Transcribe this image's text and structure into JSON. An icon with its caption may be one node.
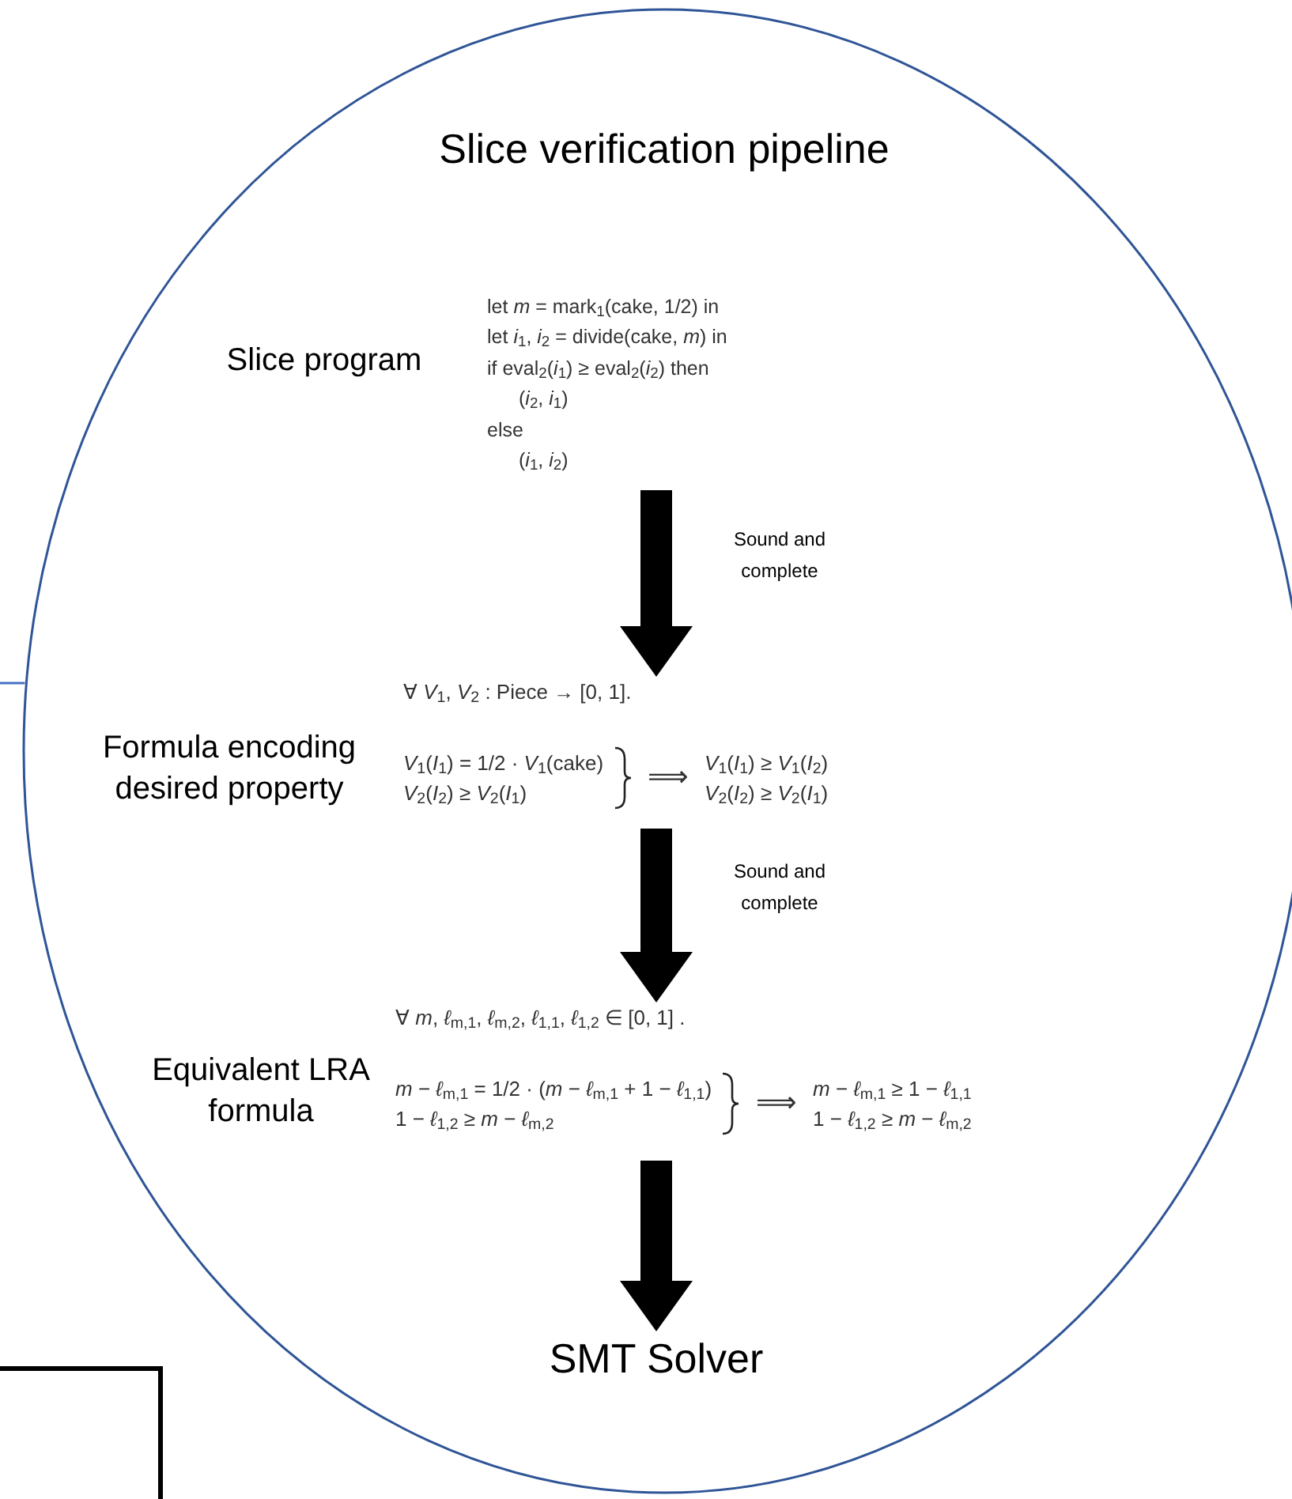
{
  "diagram": {
    "nodes": [
      {
        "text": [
          "Slice verification pipeline"
        ]
      },
      {
        "text": [
          "Slice program",
          "let *m* = mark$_{1}$(cake, 1/2) in",
          "let *i*$_{1}$, *i*$_{2}$ = divide(cake, *m*) in",
          "if eval$_{2}$(*i*$_{1}$) ≥ eval$_{2}$(*i*$_{2}$) then",
          "(*i*$_{2}$, *i*$_{1}$)",
          "else",
          "(*i*$_{1}$, *i*$_{2}$)"
        ],
        "in": 0
      },
      {
        "text": [
          "Formula encoding desired property",
          "∀ *V*$_{1}$, *V*$_{2}$ : Piece → [0, 1].",
          "*V*$_{1}$(*I*$_{1}$) = 1/2 · *V*$_{1}$(cake)",
          "*V*$_{2}$(*I*$_{2}$) ≥ *V*$_{2}$(*I*$_{1}$)",
          "⟹",
          "*V*$_{1}$(*I*$_{1}$) ≥ *V*$_{1}$(*I*$_{2}$)",
          "*V*$_{2}$(*I*$_{2}$) ≥ *V*$_{2}$(*I*$_{1}$)"
        ],
        "in": 0
      },
      {
        "text": [
          "Equivalent LRA formula",
          "∀ *m*, *ℓ*$_{m,1}$, *ℓ*$_{m,2}$, *ℓ*$_{1,1}$, *ℓ*$_{1,2}$ ∈ [0, 1] .",
          "*m* − *ℓ*$_{m,1}$ = 1/2 · (*m* − *ℓ*$_{m,1}$ + 1 − *ℓ*$_{1,1}$)",
          "1 − *ℓ*$_{1,2}$ ≥ *m* − *ℓ*$_{m,2}$",
          "⟹",
          "*m* − *ℓ*$_{m,1}$ ≥ 1 − *ℓ*$_{1,1}$",
          "1 − *ℓ*$_{1,2}$ ≥ *m* − *ℓ*$_{m,2}$"
        ],
        "in": 0
      },
      {
        "text": [
          "SMT Solver"
        ],
        "in": 0
      },
      {
        "text": [],
        "shape": "box"
      }
    ],
    "edges": [
      {
        "from": 1,
        "to": 2,
        "arrow": "to",
        "label": "Sound and complete"
      },
      {
        "from": 2,
        "to": 3,
        "arrow": "to",
        "label": "Sound and complete"
      },
      {
        "from": 3,
        "to": 4,
        "arrow": "to"
      },
      {
        "from": null,
        "to": 0,
        "arrow": "none",
        "color": "#4472c4"
      }
    ]
  }
}
